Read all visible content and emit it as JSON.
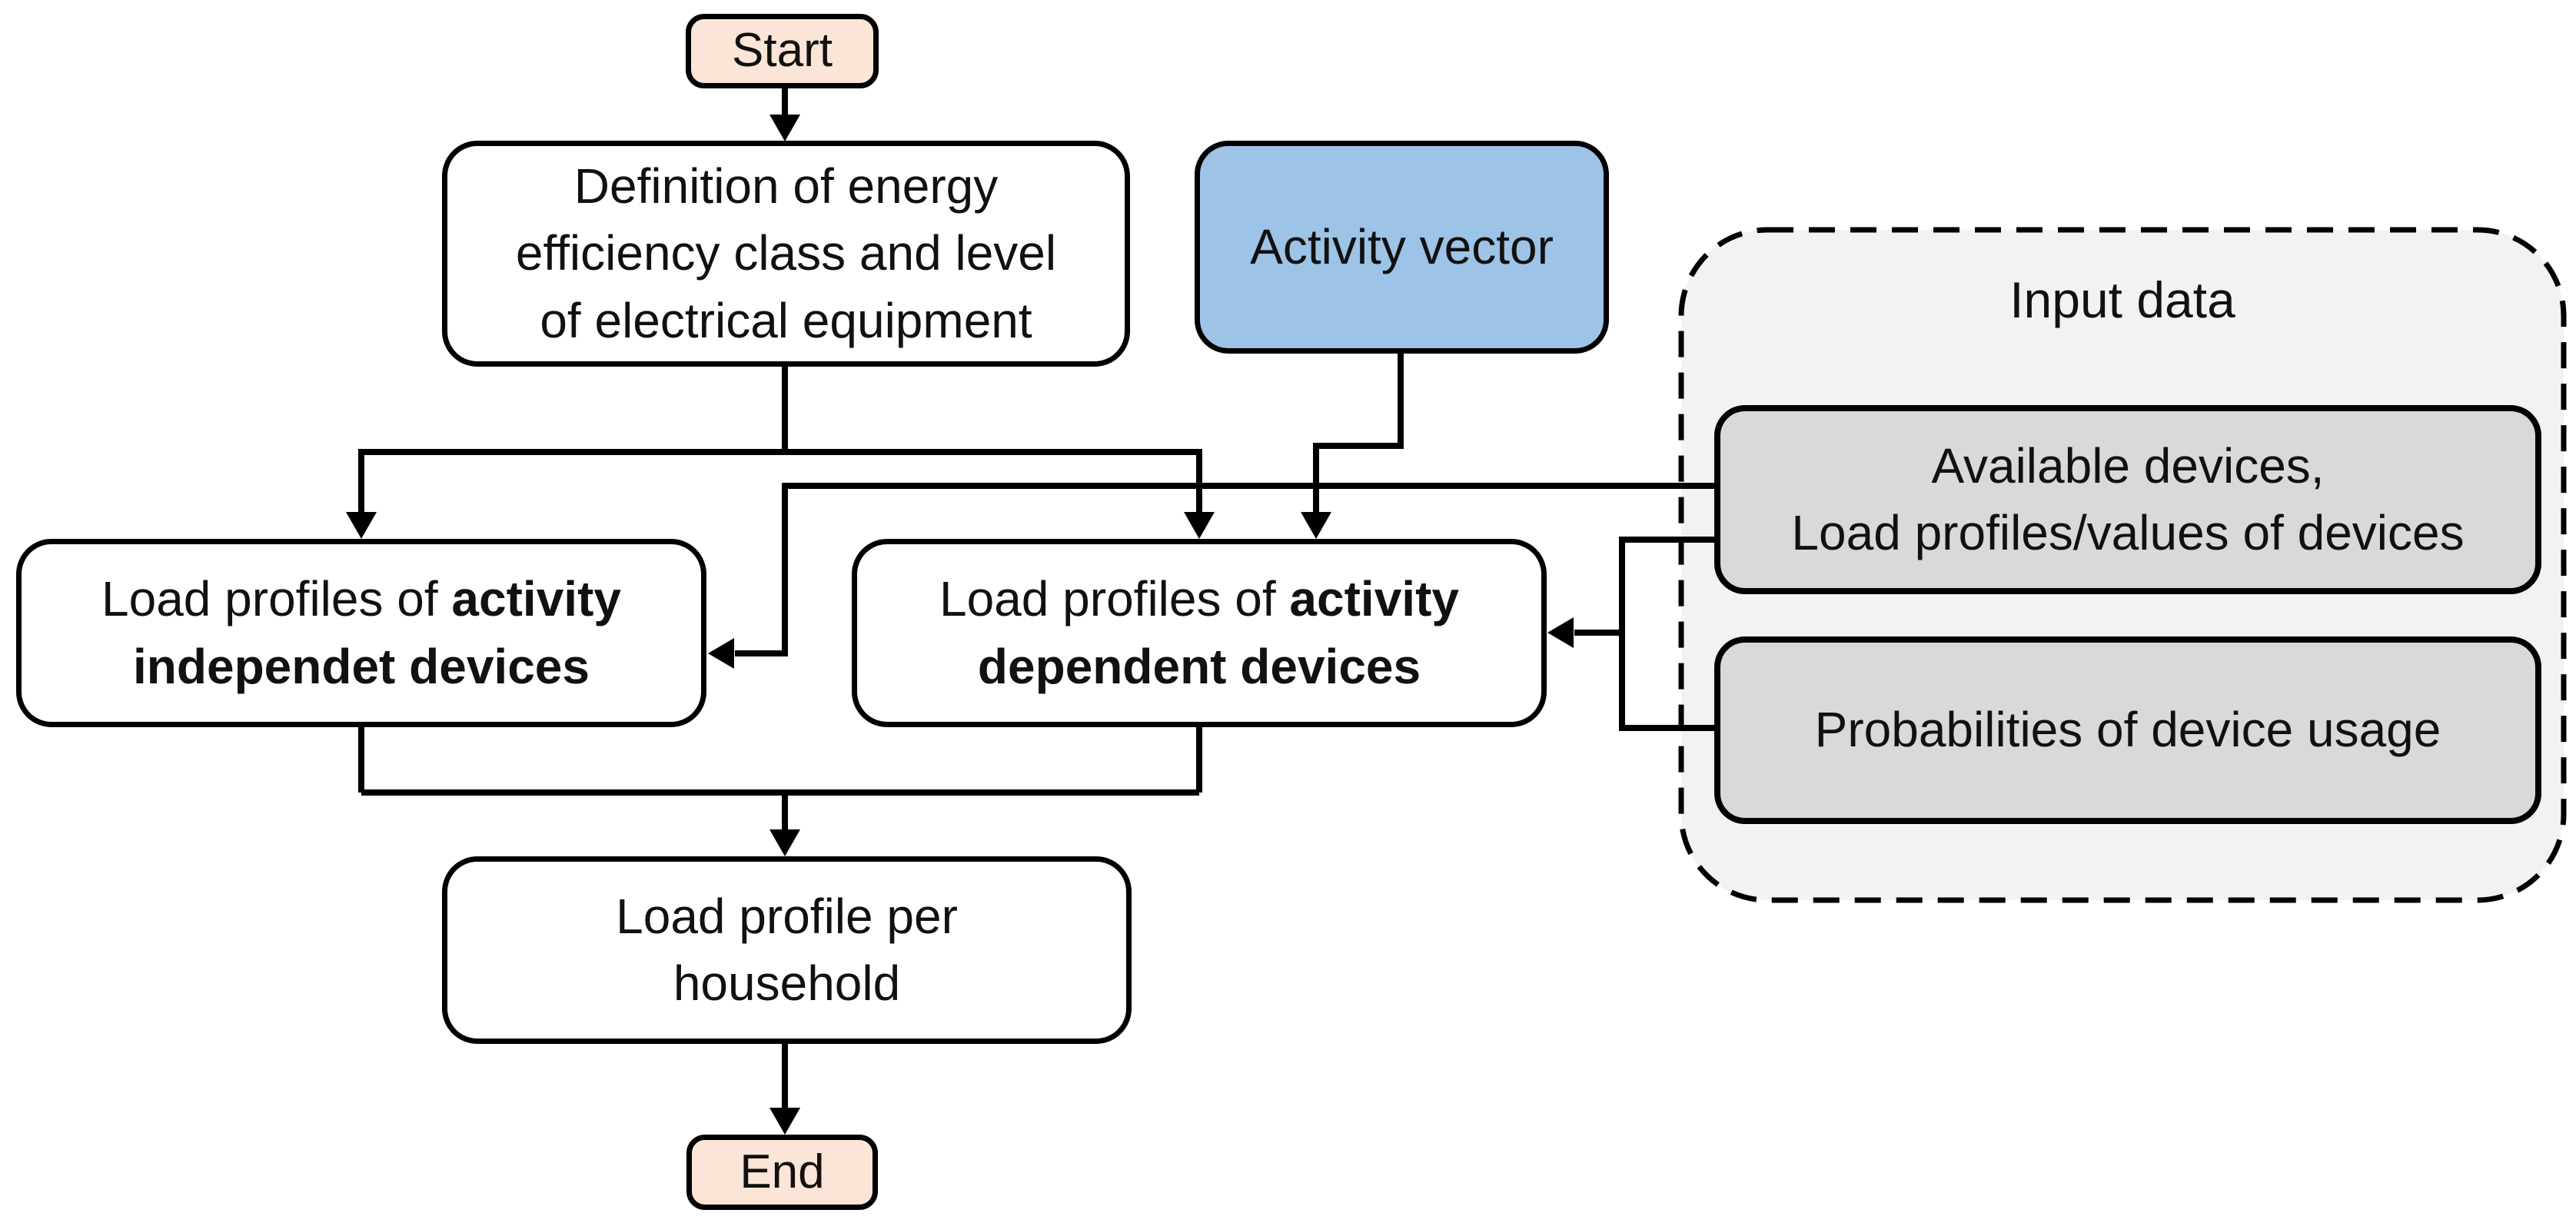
{
  "diagram": {
    "type": "flowchart",
    "colors": {
      "terminator_fill": "#fbe5d6",
      "process_fill": "#ffffff",
      "activity_fill": "#9dc3e6",
      "input_group_fill": "#f2f2f2",
      "input_box_fill": "#d9d9d9",
      "line_stroke": "#000000",
      "text": "#111111"
    },
    "nodes": {
      "start": {
        "label": "Start"
      },
      "definition": {
        "lines": [
          "Definition of energy",
          "efficiency class and level",
          "of electrical equipment"
        ]
      },
      "activity_vector": {
        "label": "Activity vector"
      },
      "input_group": {
        "title": "Input data"
      },
      "available_devices": {
        "lines": [
          "Available devices,",
          "Load profiles/values of devices"
        ]
      },
      "probabilities": {
        "label": "Probabilities of device usage"
      },
      "independent": {
        "line1_normal": "Load profiles of",
        "line1_bold": "activity",
        "line2_bold": "independet devices"
      },
      "dependent": {
        "line1_normal": "Load profiles of",
        "line1_bold": "activity",
        "line2_bold": "dependent devices"
      },
      "household": {
        "lines": [
          "Load profile per",
          "household"
        ]
      },
      "end": {
        "label": "End"
      }
    },
    "edges": [
      {
        "from": "start",
        "to": "definition"
      },
      {
        "from": "definition",
        "to": "independent"
      },
      {
        "from": "definition",
        "to": "dependent"
      },
      {
        "from": "activity_vector",
        "to": "dependent"
      },
      {
        "from": "available_devices",
        "to": "independent"
      },
      {
        "from": "available_devices",
        "to": "dependent"
      },
      {
        "from": "probabilities",
        "to": "dependent"
      },
      {
        "from": "independent",
        "to": "household"
      },
      {
        "from": "dependent",
        "to": "household"
      },
      {
        "from": "household",
        "to": "end"
      }
    ]
  }
}
